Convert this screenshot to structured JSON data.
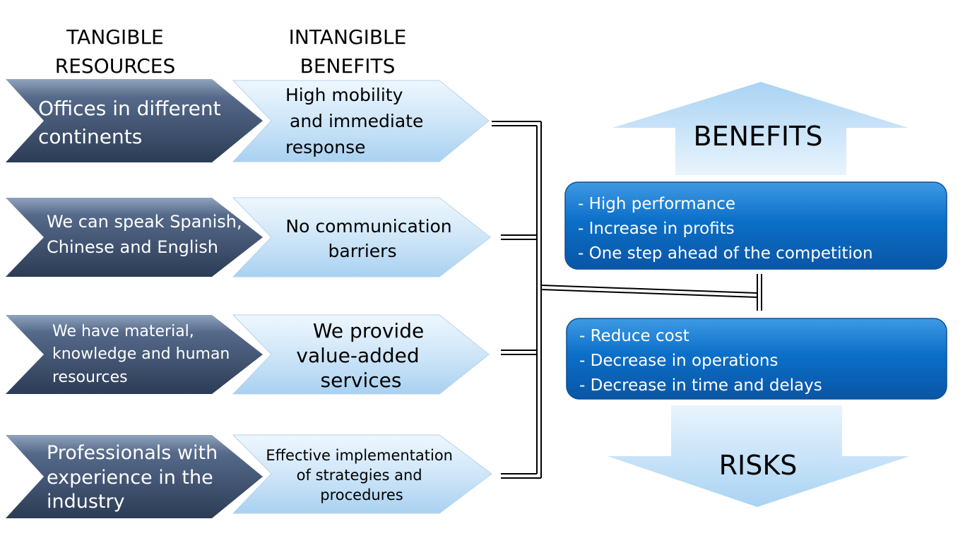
{
  "headers": {
    "tangible_line1": "TANGIBLE",
    "tangible_line2": "RESOURCES",
    "intangible_line1": "INTANGIBLE",
    "intangible_line2": "BENEFITS"
  },
  "tangible_resources": [
    {
      "lines": [
        "Offices in different",
        "continents"
      ]
    },
    {
      "lines": [
        "We can speak Spanish,",
        "Chinese and English"
      ]
    },
    {
      "lines": [
        "We have material,",
        "knowledge and human",
        "resources"
      ]
    },
    {
      "lines": [
        "Professionals with",
        "experience in the",
        "industry"
      ]
    }
  ],
  "intangible_benefits": [
    {
      "lines": [
        "High mobility",
        "and immediate",
        "response"
      ]
    },
    {
      "lines": [
        "No communication",
        "barriers"
      ]
    },
    {
      "lines": [
        "We provide",
        "value-added",
        "services"
      ]
    },
    {
      "lines": [
        "Effective implementation",
        "of strategies and",
        "procedures"
      ]
    }
  ],
  "benefits": {
    "label": "BENEFITS",
    "items": [
      "- High performance",
      "- Increase in profits",
      "- One step ahead of the competition"
    ]
  },
  "risks": {
    "label": "RISKS",
    "items": [
      "- Reduce cost",
      "- Decrease in operations",
      "- Decrease in time and delays"
    ]
  },
  "colors": {
    "dark_chevron": "#3f5370",
    "light_chevron": "#cfe6f8",
    "blue_box": "#0a6fc7",
    "arrow_fill": "#c6e2f7",
    "connector": "#000000"
  }
}
